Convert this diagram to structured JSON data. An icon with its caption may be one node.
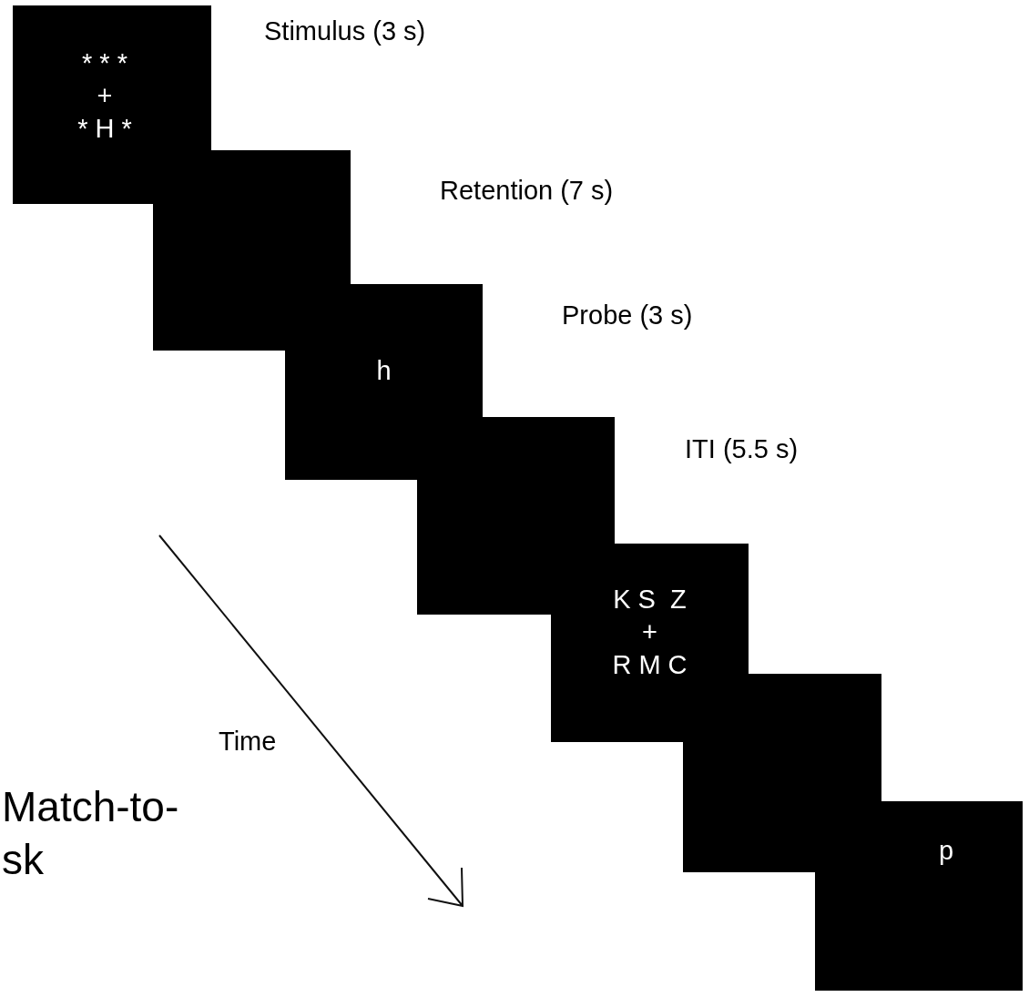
{
  "diagram": {
    "nodes": [
      {
        "text": [
          "* * *",
          "+",
          "* H *"
        ],
        "beside": [
          "Stimulus (3 s)"
        ]
      },
      {
        "text": [],
        "shape": "box",
        "beside": [
          "Retention (7 s)"
        ]
      },
      {
        "text": [
          "h"
        ],
        "beside": [
          "Probe (3 s)"
        ]
      },
      {
        "text": [],
        "shape": "box",
        "beside": [
          "ITI (5.5 s)"
        ]
      },
      {
        "text": [
          "K S  Z",
          "+",
          "R M C"
        ]
      },
      {
        "text": [],
        "shape": "box"
      },
      {
        "text": [
          "p"
        ]
      }
    ],
    "labels": [
      "Time",
      "Match-to- sk"
    ]
  }
}
